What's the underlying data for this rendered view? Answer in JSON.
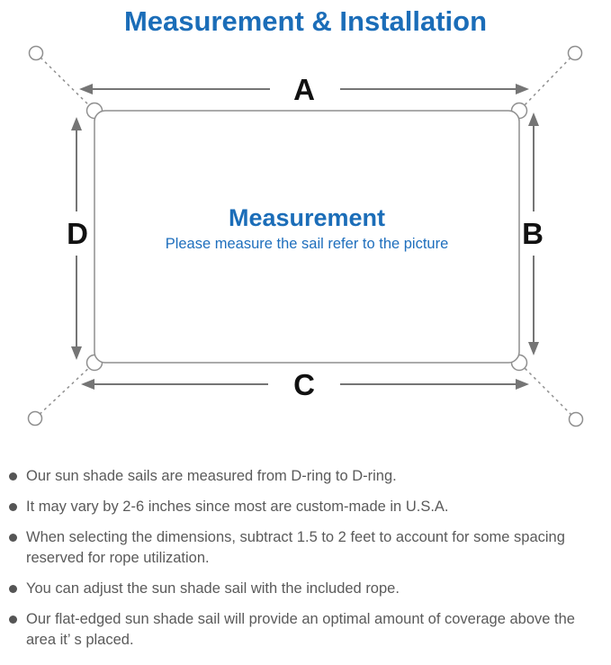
{
  "header": {
    "title": "Measurement & Installation"
  },
  "diagram": {
    "labels": {
      "top": "A",
      "right": "B",
      "bottom": "C",
      "left": "D"
    },
    "center_title": "Measurement",
    "center_subtitle": "Please measure the sail refer to the picture"
  },
  "notes": [
    "Our sun shade sails are measured from D-ring to D-ring.",
    "It may vary by 2-6 inches since most are custom-made in U.S.A.",
    "When selecting the dimensions, subtract 1.5 to 2 feet to account for some spacing reserved for rope utilization.",
    "You can adjust the sun shade sail with the included rope.",
    "Our flat-edged sun shade sail will provide an optimal amount of coverage above the area it’ s placed."
  ],
  "colors": {
    "accent_blue": "#1b6db8",
    "diagram_line_gray": "#8f8f8f",
    "arrow_gray": "#757575",
    "body_text_gray": "#5a5a5a",
    "label_black": "#111111"
  }
}
